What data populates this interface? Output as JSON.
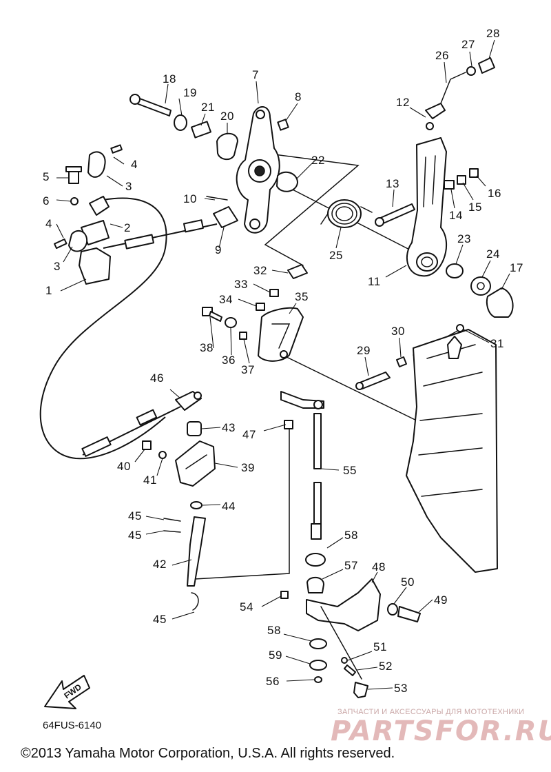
{
  "diagram": {
    "part_labels": {
      "1": "1",
      "2": "2",
      "3a": "3",
      "3b": "3",
      "4a": "4",
      "4b": "4",
      "5": "5",
      "6": "6",
      "7": "7",
      "8": "8",
      "9": "9",
      "10": "10",
      "11": "11",
      "12": "12",
      "13": "13",
      "14": "14",
      "15": "15",
      "16": "16",
      "17": "17",
      "18": "18",
      "19": "19",
      "20": "20",
      "21": "21",
      "22": "22",
      "23": "23",
      "24": "24",
      "25": "25",
      "26": "26",
      "27": "27",
      "28": "28",
      "29": "29",
      "30": "30",
      "31": "31",
      "32": "32",
      "33": "33",
      "34": "34",
      "35": "35",
      "36": "36",
      "37": "37",
      "38": "38",
      "39": "39",
      "40": "40",
      "41": "41",
      "42": "42",
      "43": "43",
      "44": "44",
      "45a": "45",
      "45b": "45",
      "45c": "45",
      "46": "46",
      "47": "47",
      "48": "48",
      "49": "49",
      "50": "50",
      "51": "51",
      "52": "52",
      "53": "53",
      "54": "54",
      "55": "55",
      "56": "56",
      "57": "57",
      "58a": "58",
      "58b": "58",
      "59": "59"
    },
    "fwd_label": "FWD",
    "diagram_code": "64FUS-6140",
    "copyright": "©2013 Yamaha Motor Corporation, U.S.A. All rights reserved.",
    "watermark": {
      "tagline": "ЗАПЧАСТИ И АКСЕССУАРЫ ДЛЯ МОТОТЕХНИКИ",
      "brand": "PARTSFOR.RU"
    }
  }
}
